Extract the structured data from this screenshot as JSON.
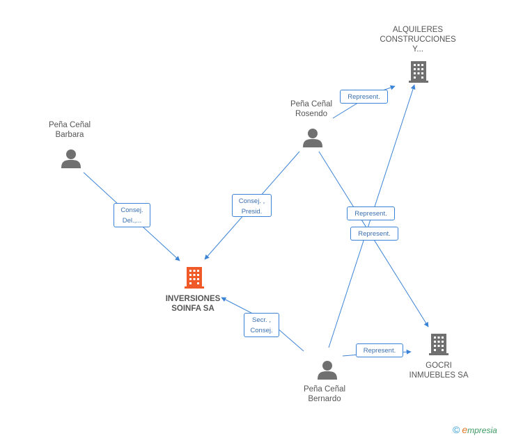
{
  "nodes": {
    "alquileres": {
      "lines": [
        "ALQUILERES",
        "CONSTRUCCIONES",
        "Y..."
      ]
    },
    "rosendo": {
      "lines": [
        "Peña Ceñal",
        "Rosendo"
      ]
    },
    "barbara": {
      "lines": [
        "Peña Ceñal",
        "Barbara"
      ]
    },
    "inversiones": {
      "lines": [
        "INVERSIONES",
        "SOINFA SA"
      ]
    },
    "bernardo": {
      "lines": [
        "Peña Ceñal",
        "Bernardo"
      ]
    },
    "gocri": {
      "lines": [
        "GOCRI",
        "INMUEBLES SA"
      ]
    }
  },
  "relations": {
    "rosendo_alquileres": [
      "Represent."
    ],
    "barbara_inversiones": [
      "Consej.",
      "Del.,..."
    ],
    "rosendo_inversiones": [
      "Consej. ,",
      "Presid."
    ],
    "bernardo_alquileres": [
      "Represent."
    ],
    "rosendo_gocri": [
      "Represent."
    ],
    "bernardo_inversiones": [
      "Secr. ,",
      "Consej."
    ],
    "bernardo_gocri": [
      "Represent."
    ]
  },
  "colors": {
    "edge": "#3b83d6",
    "person_icon": "#707070",
    "company_icon": "#707070",
    "focus_company_icon": "#f05a28"
  },
  "brand": {
    "copyright": "©",
    "first_letter": "e",
    "rest": "mpresia"
  }
}
